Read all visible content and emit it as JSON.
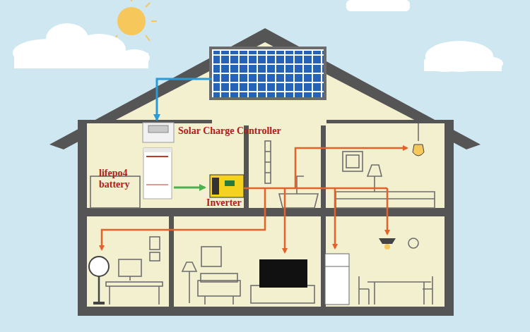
{
  "diagram": {
    "nodes": [
      {
        "text": [
          "Solar Charge Controller"
        ]
      },
      {
        "text": [
          "lifepo4 battery"
        ]
      },
      {
        "text": [
          "Inverter"
        ]
      }
    ],
    "edges": [
      {
        "from": 1,
        "to": 2,
        "arrow": "to"
      }
    ]
  }
}
